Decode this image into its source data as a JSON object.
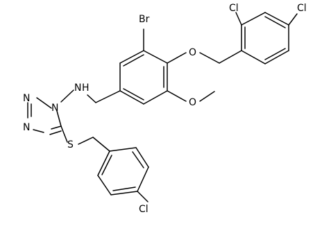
{
  "molecule": {
    "labels": {
      "br": "Br",
      "cl_ortho": "Cl",
      "cl_para_top": "Cl",
      "o_ether": "O",
      "o_methoxy": "O",
      "nh": "N",
      "h": "H",
      "n_triazole_ring": "N",
      "n_triazole_top": "N",
      "n_triazole_left": "N",
      "s": "S",
      "cl_bottom": "Cl"
    }
  }
}
